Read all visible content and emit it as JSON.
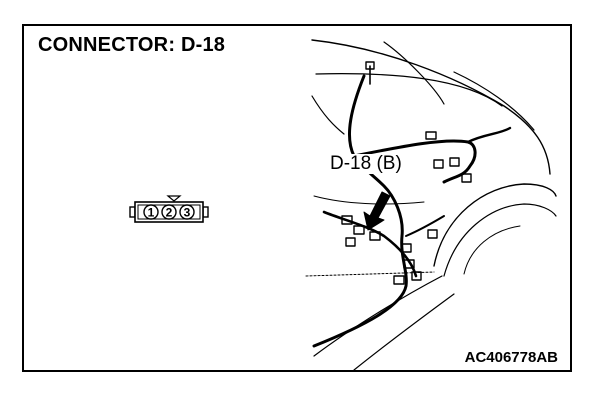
{
  "title": "CONNECTOR: D-18",
  "connector": {
    "pins": [
      "1",
      "2",
      "3"
    ]
  },
  "callout": "D-18 (B)",
  "doc_code": "AC406778AB",
  "icons": {
    "arrow": "bold-arrow-icon"
  },
  "colors": {
    "line": "#000000",
    "background": "#ffffff"
  }
}
